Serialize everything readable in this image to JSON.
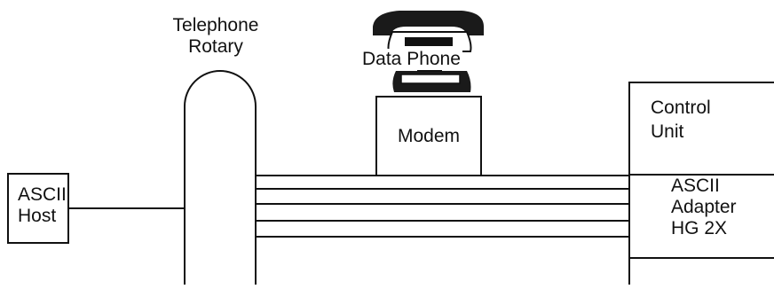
{
  "telephone_rotary": {
    "line1": "Telephone",
    "line2": "Rotary"
  },
  "data_phone": {
    "label": "Data Phone"
  },
  "modem": {
    "label": "Modem"
  },
  "ascii_host": {
    "line1": "ASCII",
    "line2": "Host"
  },
  "control_unit": {
    "line1": "Control",
    "line2": "Unit"
  },
  "ascii_adapter": {
    "line1": "ASCII",
    "line2": "Adapter",
    "line3": "HG 2X"
  },
  "colors": {
    "stroke": "#111111",
    "background": "#ffffff"
  }
}
